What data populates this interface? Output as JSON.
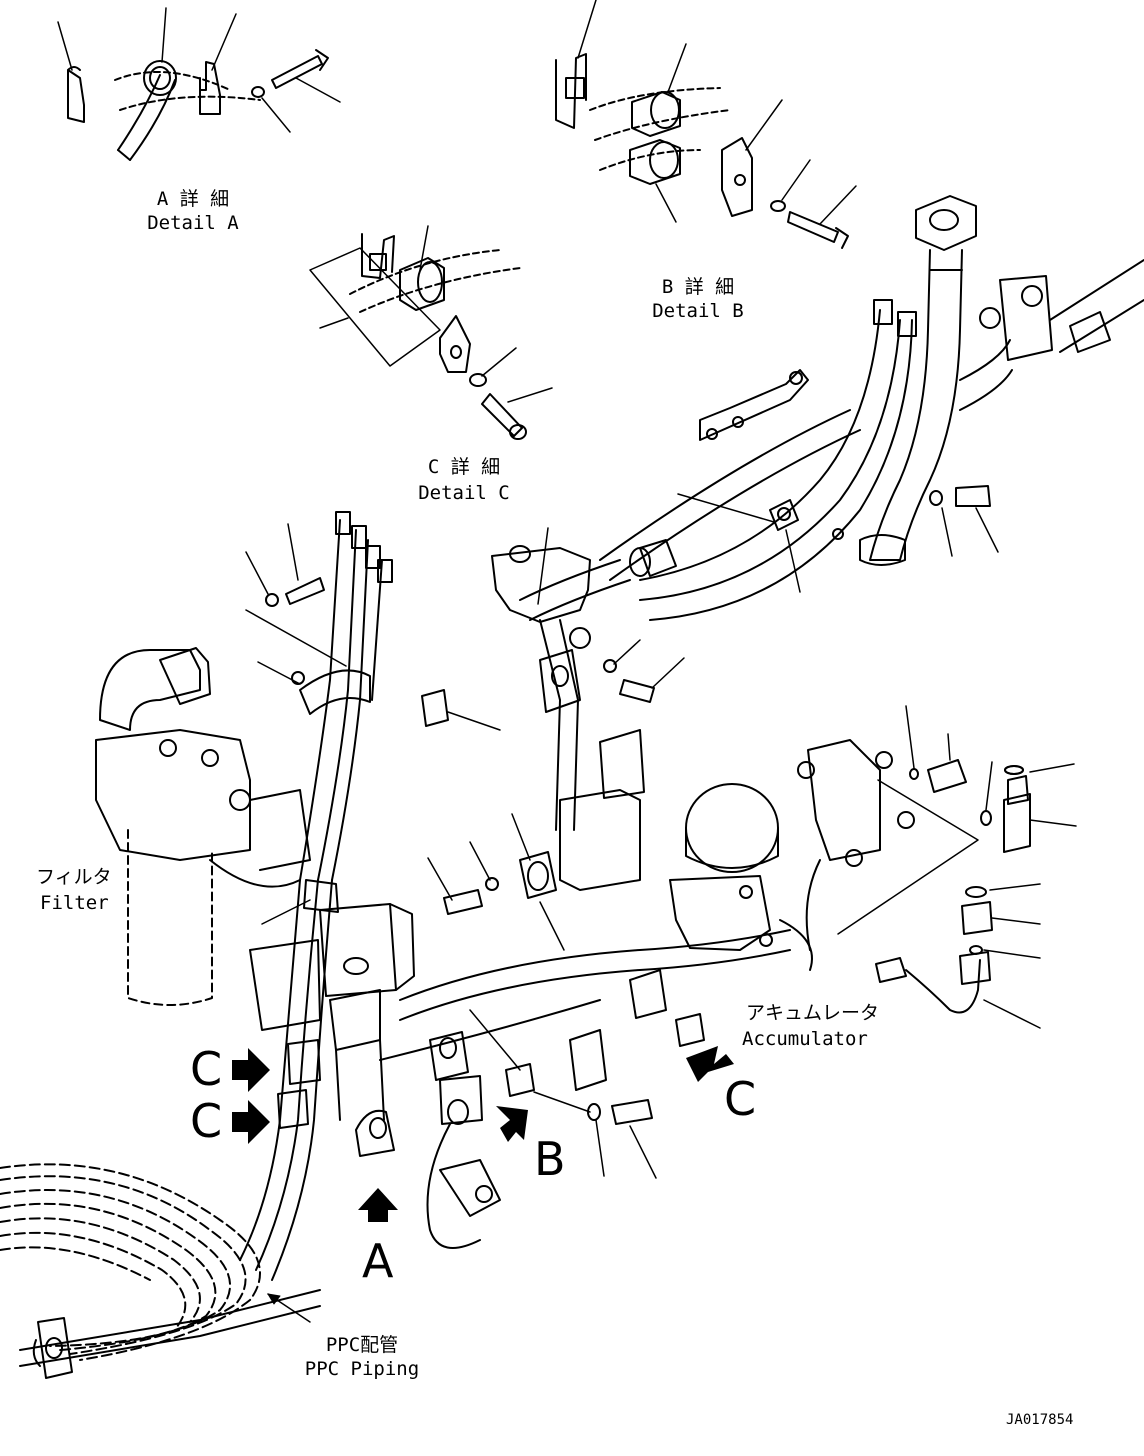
{
  "labels": {
    "detail_a_jp": "A 詳 細",
    "detail_a_en": "Detail A",
    "detail_b_jp": "B 詳 細",
    "detail_b_en": "Detail B",
    "detail_c_jp": "C 詳 細",
    "detail_c_en": "Detail C",
    "filter_jp": "フィルタ",
    "filter_en": "Filter",
    "accumulator_jp": "アキュムレータ",
    "accumulator_en": "Accumulator",
    "ppc_jp": "PPC配管",
    "ppc_en": "PPC Piping"
  },
  "view_letters": {
    "c_upper": "C",
    "c_lower": "C",
    "a": "A",
    "b": "B",
    "c_right": "C"
  },
  "figure_number": "JA017854"
}
